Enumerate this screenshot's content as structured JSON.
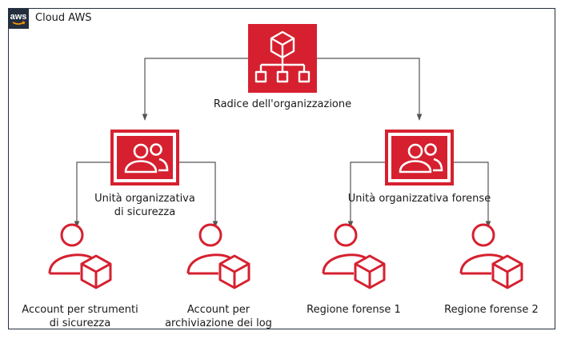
{
  "container": {
    "label": "Cloud AWS",
    "badge_icon": "aws-logo-icon",
    "badge_text": "aws"
  },
  "colors": {
    "accent": "#d6202f",
    "line": "#555555",
    "frame": "#232f3e"
  },
  "nodes": {
    "root": {
      "label": "Radice dell'organizzazione",
      "icon": "organization-icon"
    },
    "ou_security": {
      "line1": "Unità organizzativa",
      "line2": "di sicurezza",
      "icon": "organizational-unit-icon"
    },
    "ou_forensic": {
      "label": "Unità organizzativa forense",
      "icon": "organizational-unit-icon"
    },
    "acct_tools": {
      "line1": "Account per strumenti",
      "line2": "di sicurezza",
      "icon": "account-icon"
    },
    "acct_logs": {
      "line1": "Account per",
      "line2": "archiviazione dei log",
      "icon": "account-icon"
    },
    "region_1": {
      "label": "Regione forense 1",
      "icon": "account-icon"
    },
    "region_2": {
      "label": "Regione forense 2",
      "icon": "account-icon"
    }
  }
}
